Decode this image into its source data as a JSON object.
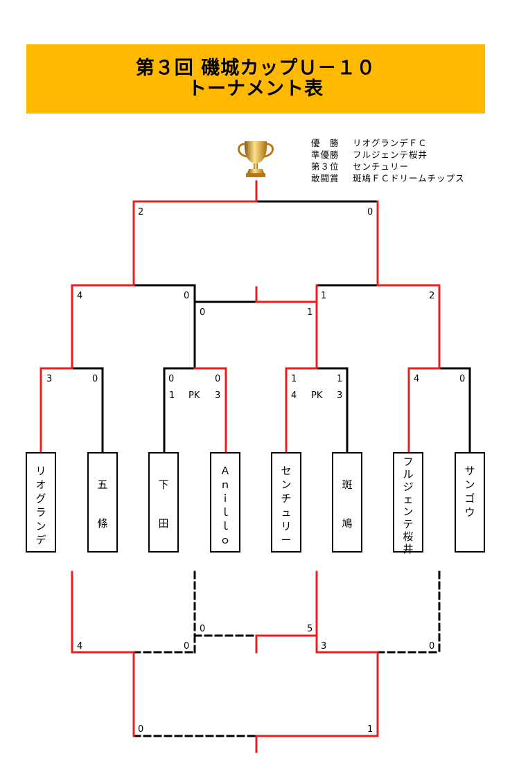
{
  "title": {
    "line1": "第３回 磯城カップＵ－１０",
    "line2": "トーナメント表"
  },
  "colors": {
    "banner": "#FFB900",
    "win": "#E8201C",
    "line": "#000000",
    "trophy": "#D9A520"
  },
  "trophy_icon": "trophy-icon",
  "results": [
    {
      "label": "優　勝",
      "team": "リオグランデＦＣ"
    },
    {
      "label": "準優勝",
      "team": "フルジェンテ桜井"
    },
    {
      "label": "第３位",
      "team": "センチュリー"
    },
    {
      "label": "敢闘賞",
      "team": "斑鳩ＦＣドリームチップス"
    }
  ],
  "teams": [
    {
      "chars": [
        "リ",
        "オ",
        "グ",
        "ラ",
        "ン",
        "デ"
      ]
    },
    {
      "chars": [
        "五",
        "",
        "條"
      ]
    },
    {
      "chars": [
        "下",
        "",
        "田"
      ]
    },
    {
      "chars": [
        "Ａ",
        "ｎ",
        "ｉ",
        "ｌ",
        "ｌ",
        "ｏ"
      ]
    },
    {
      "chars": [
        "セ",
        "ン",
        "チ",
        "ュ",
        "リ",
        "ー"
      ]
    },
    {
      "chars": [
        "斑",
        "",
        "鳩"
      ]
    },
    {
      "chars": [
        "フ",
        "ル",
        "ジ",
        "ェ",
        "ン",
        "テ",
        "桜",
        "井"
      ]
    },
    {
      "chars": [
        "サ",
        "ン",
        "ゴ",
        "ウ"
      ]
    }
  ],
  "scores": {
    "final": [
      "2",
      "0"
    ],
    "semi_left": [
      "4",
      "0"
    ],
    "semi_right": [
      "1",
      "2"
    ],
    "third_place": [
      "0",
      "1"
    ],
    "r1": [
      {
        "left": "3",
        "right": "0"
      },
      {
        "left": "0",
        "right": "0",
        "pk": "PK",
        "pk_left": "1",
        "pk_right": "3"
      },
      {
        "left": "1",
        "right": "1",
        "pk": "PK",
        "pk_left": "4",
        "pk_right": "3"
      },
      {
        "left": "4",
        "right": "0"
      }
    ],
    "lower_top": [
      "0",
      "5"
    ],
    "lower_left": [
      "4",
      "0"
    ],
    "lower_right": [
      "3",
      "0"
    ],
    "lower_final": [
      "0",
      "1"
    ]
  }
}
